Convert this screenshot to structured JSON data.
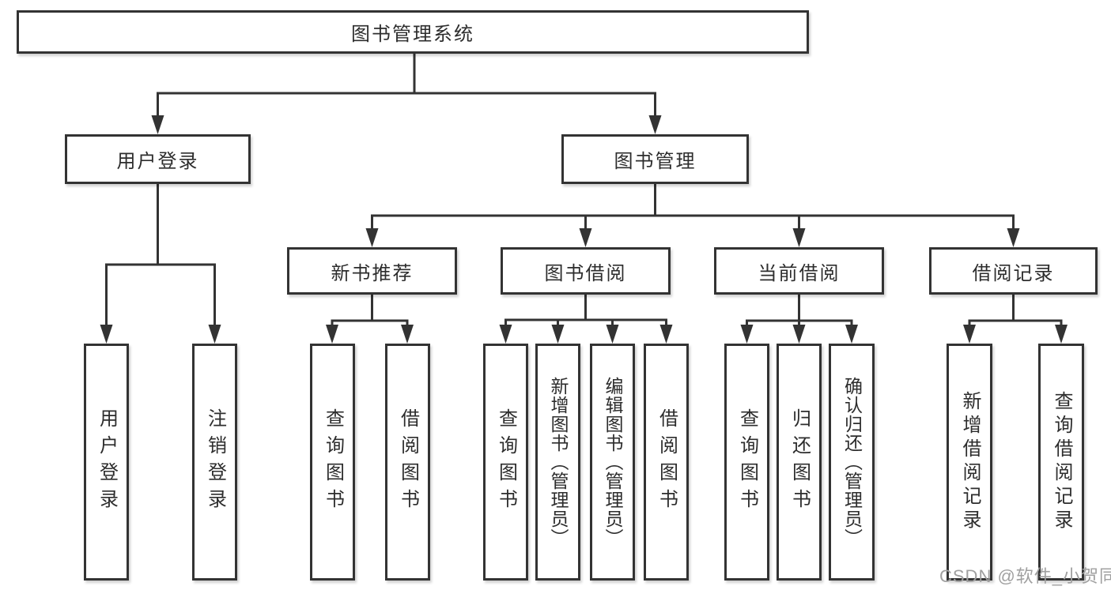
{
  "diagram": {
    "root": {
      "label": "图书管理系统"
    },
    "branches": [
      {
        "label": "用户登录",
        "children": [
          {
            "label": "用户登录"
          },
          {
            "label": "注销登录"
          }
        ]
      },
      {
        "label": "图书管理",
        "children": [
          {
            "label": "新书推荐",
            "children": [
              {
                "label": "查询图书"
              },
              {
                "label": "借阅图书"
              }
            ]
          },
          {
            "label": "图书借阅",
            "children": [
              {
                "label": "查询图书"
              },
              {
                "label": "新增图书（管理员）"
              },
              {
                "label": "编辑图书（管理员）"
              },
              {
                "label": "借阅图书"
              }
            ]
          },
          {
            "label": "当前借阅",
            "children": [
              {
                "label": "查询图书"
              },
              {
                "label": "归还图书"
              },
              {
                "label": "确认归还（管理员）"
              }
            ]
          },
          {
            "label": "借阅记录",
            "children": [
              {
                "label": "新增借阅记录"
              },
              {
                "label": "查询借阅记录"
              }
            ]
          }
        ]
      }
    ]
  },
  "watermark": {
    "text": "CSDN @软件_小贺同学"
  },
  "colors": {
    "line": "#333333",
    "text": "#2d2d2d",
    "box_bg": "#ffffff",
    "watermark": "#a0a0a0",
    "background": "#ffffff"
  }
}
